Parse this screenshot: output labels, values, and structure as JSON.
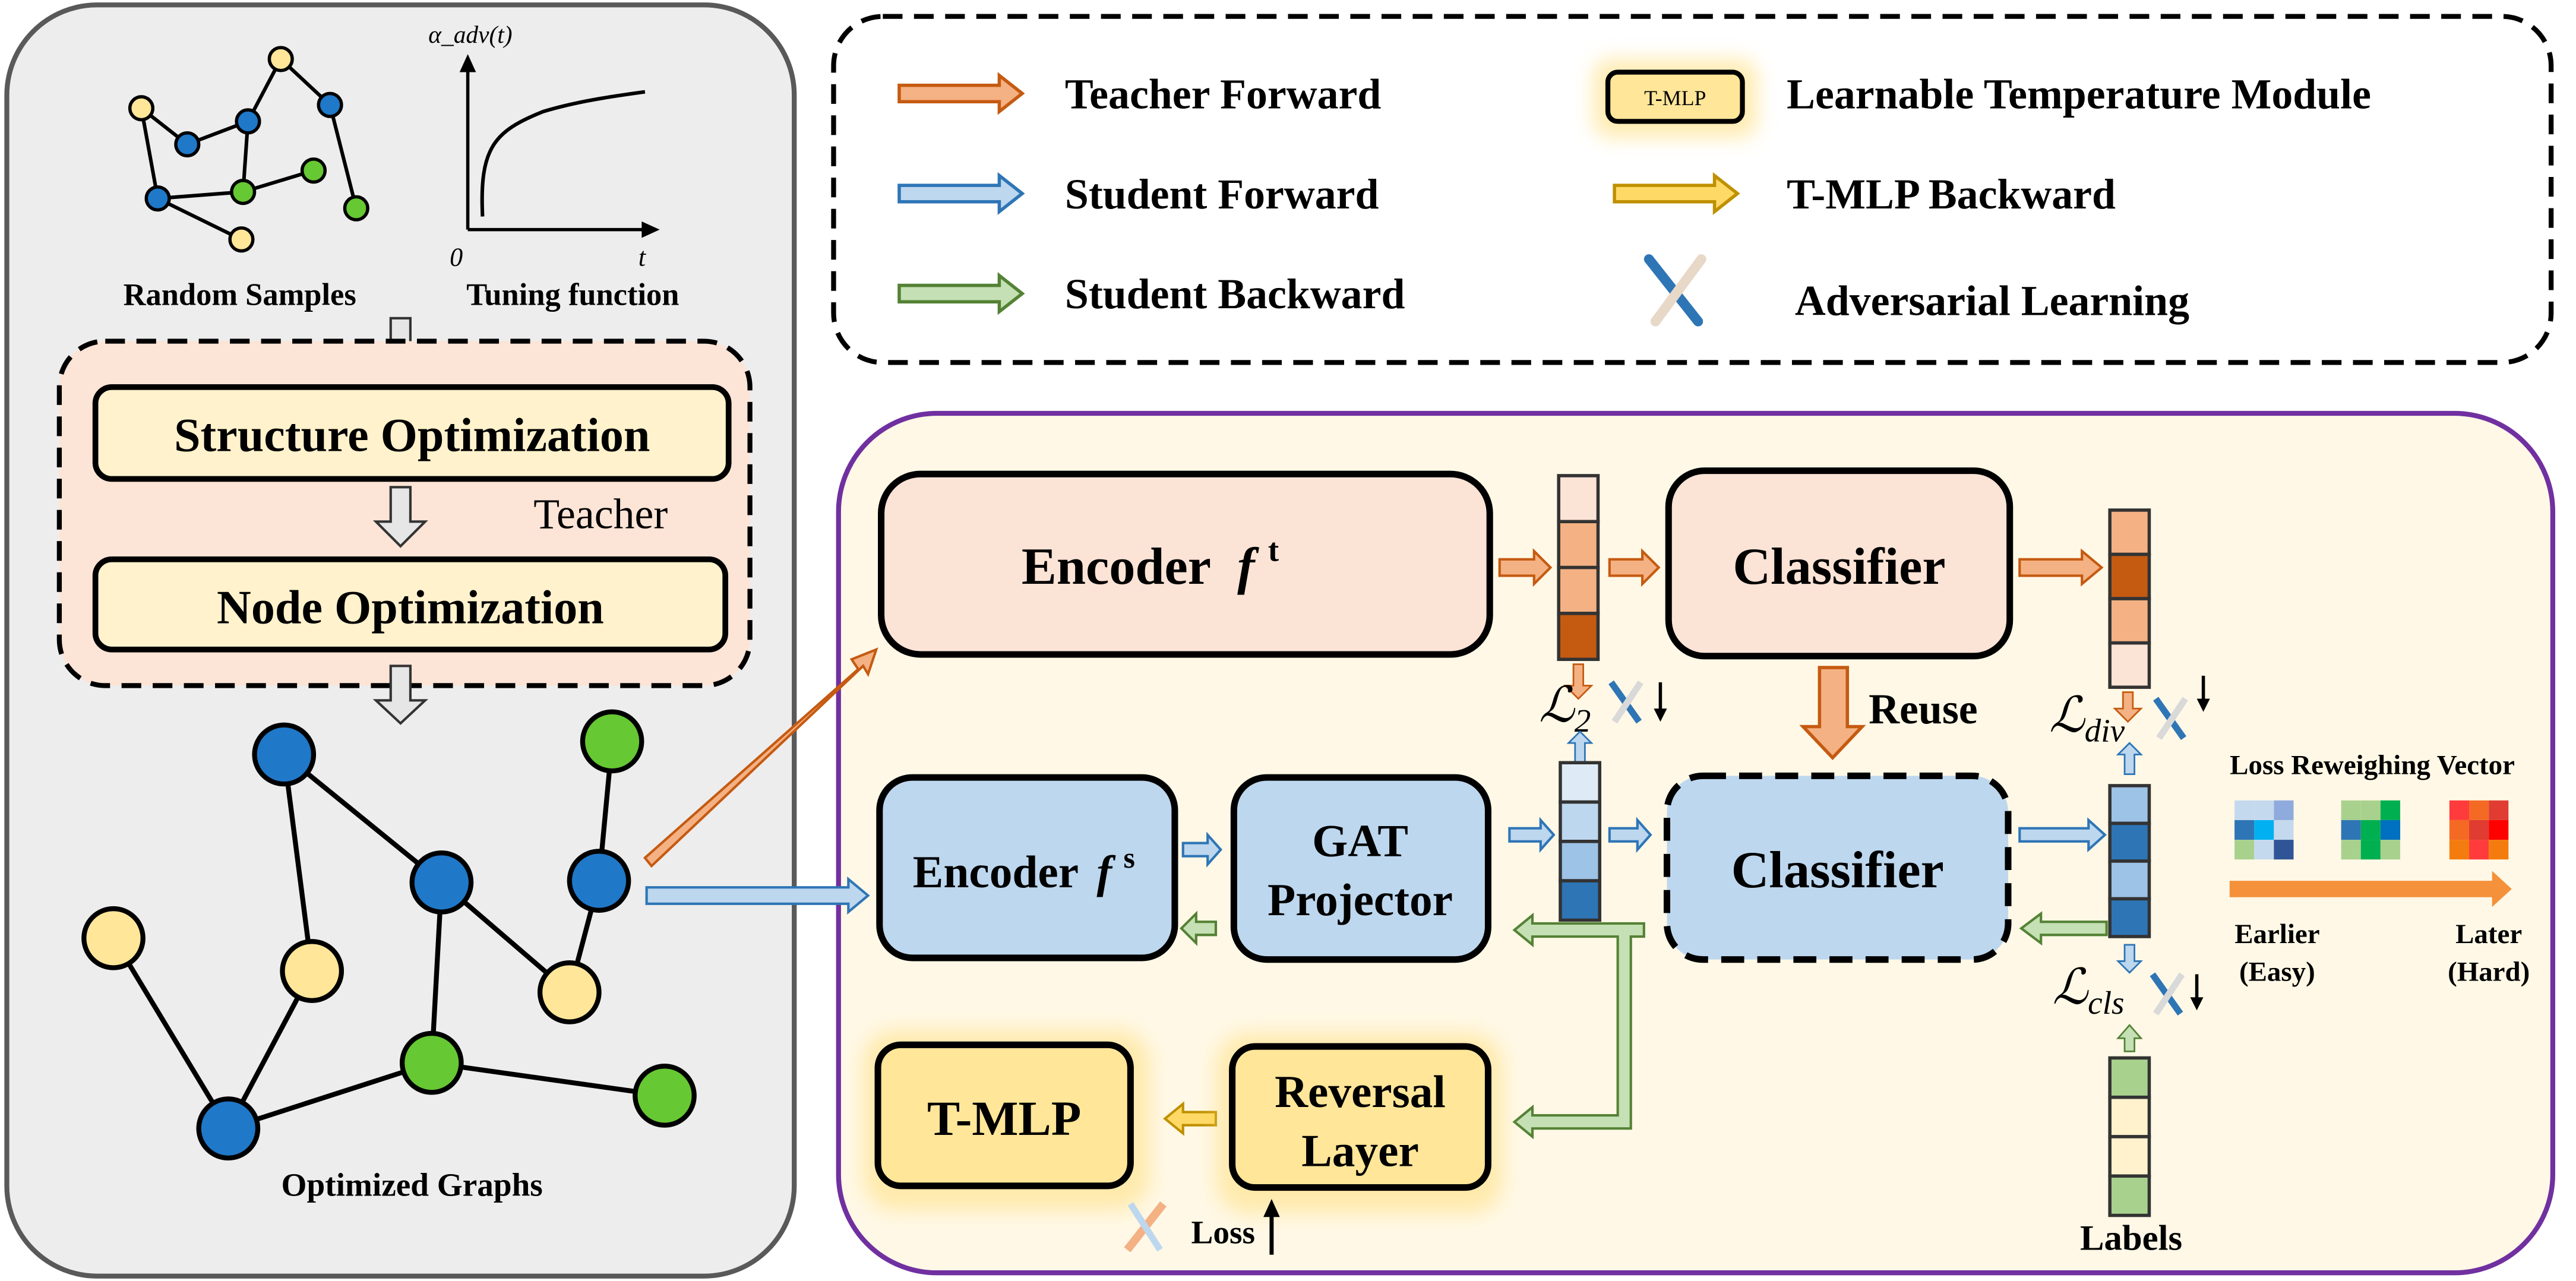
{
  "legend": {
    "items": [
      {
        "label": "Teacher Forward",
        "kind": "arrow",
        "color": "#f4b183",
        "stroke": "#c55a11"
      },
      {
        "label": "Student Forward",
        "kind": "arrow",
        "color": "#bdd7ee",
        "stroke": "#2e75b6"
      },
      {
        "label": "Student Backward",
        "kind": "arrow",
        "color": "#c5e0b4",
        "stroke": "#548235"
      },
      {
        "label": "Learnable Temperature Module",
        "kind": "box",
        "box_label": "T-MLP"
      },
      {
        "label": "T-MLP Backward",
        "kind": "arrow",
        "color": "#ffd966",
        "stroke": "#bf9000"
      },
      {
        "label": "Adversarial Learning",
        "kind": "swords-icon"
      }
    ]
  },
  "left_panel": {
    "random_samples_label": "Random Samples",
    "tuning_function_label": "Tuning function",
    "tuning_axis_y": "α_adv(t)",
    "tuning_axis_origin": "0",
    "tuning_axis_x": "t",
    "teacher_group_label": "Teacher",
    "structure_opt_label": "Structure Optimization",
    "node_opt_label": "Node Optimization",
    "optimized_graphs_label": "Optimized Graphs"
  },
  "main_panel": {
    "encoder_t": {
      "label": "Encoder",
      "sym": "f",
      "sup": "t"
    },
    "classifier_teacher": "Classifier",
    "reuse_label": "Reuse",
    "encoder_s": {
      "label": "Encoder",
      "sym": "f",
      "sup": "s"
    },
    "gat_projector": [
      "GAT",
      "Projector"
    ],
    "classifier_student": "Classifier",
    "tmlp": "T-MLP",
    "reversal_layer": [
      "Reversal",
      "Layer"
    ],
    "loss_label": "Loss",
    "loss_l2": {
      "sym": "ℒ",
      "sub": "2"
    },
    "loss_div": {
      "sym": "ℒ",
      "sub": "div"
    },
    "loss_cls": {
      "sym": "ℒ",
      "sub": "cls"
    },
    "labels_label": "Labels",
    "reweigh_title": "Loss Reweighing Vector",
    "earlier_label": "Earlier",
    "earlier_sub": "(Easy)",
    "later_label": "Later",
    "later_sub": "(Hard)"
  },
  "colors": {
    "teacher_fill": "#fbe3d6",
    "student_fill": "#bdd7ee",
    "tmlp_fill": "#ffe699",
    "main_bg": "#fff8e6",
    "main_border": "#7030a0",
    "left_bg": "#ededed",
    "teacher_group_bg": "#fce4d6"
  }
}
